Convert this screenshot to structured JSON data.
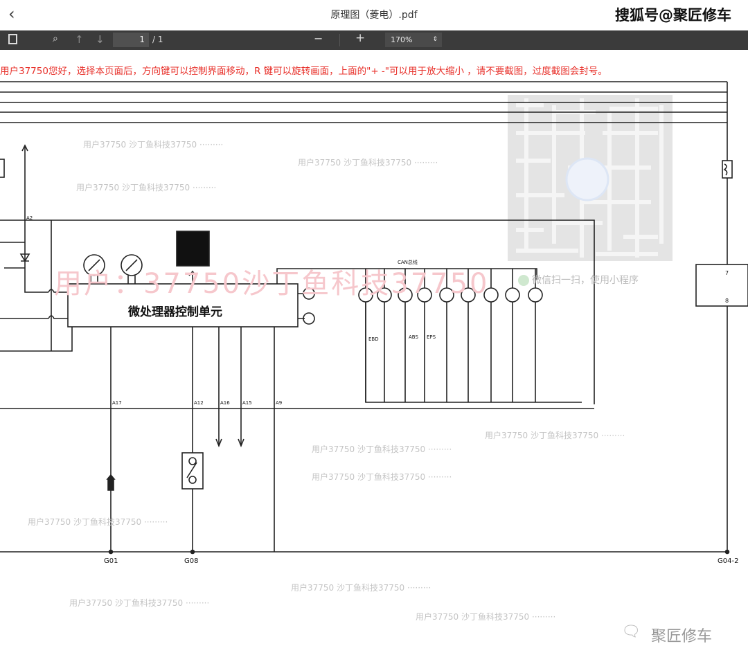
{
  "header": {
    "back_icon": "chevron-left-icon",
    "title": "原理图（菱电）.pdf",
    "brand_watermark": "搜狐号@聚匠修车"
  },
  "toolbar": {
    "page_current": "1",
    "page_total": "/ 1",
    "zoom_out": "−",
    "zoom_in": "+",
    "zoom_value": "170%",
    "zoom_arrow": "⇕"
  },
  "notice": "用户37750您好，选择本页面后，方向键可以控制界面移动，R 键可以旋转画面，上面的\"+ -\"可以用于放大缩小 ，请不要截图，过度截图会封号。",
  "watermark": {
    "big": "用户：37750沙丁鱼科技37750",
    "small": "用户37750 沙丁鱼科技37750 ·········"
  },
  "qr": {
    "caption": "微信扫一扫，使用小程序"
  },
  "diagram": {
    "mcu_label": "微处理器控制单元",
    "can_label": "CAN总线",
    "indicator_labels": [
      "EBD",
      "ABS",
      "EPS"
    ],
    "pins": [
      "A2",
      "A17",
      "A12",
      "A16",
      "A15",
      "A9"
    ],
    "grounds": [
      "G01",
      "G08",
      "G04-2"
    ],
    "right_pins": [
      "7",
      "8"
    ]
  },
  "footer": {
    "brand": "聚匠修车"
  }
}
